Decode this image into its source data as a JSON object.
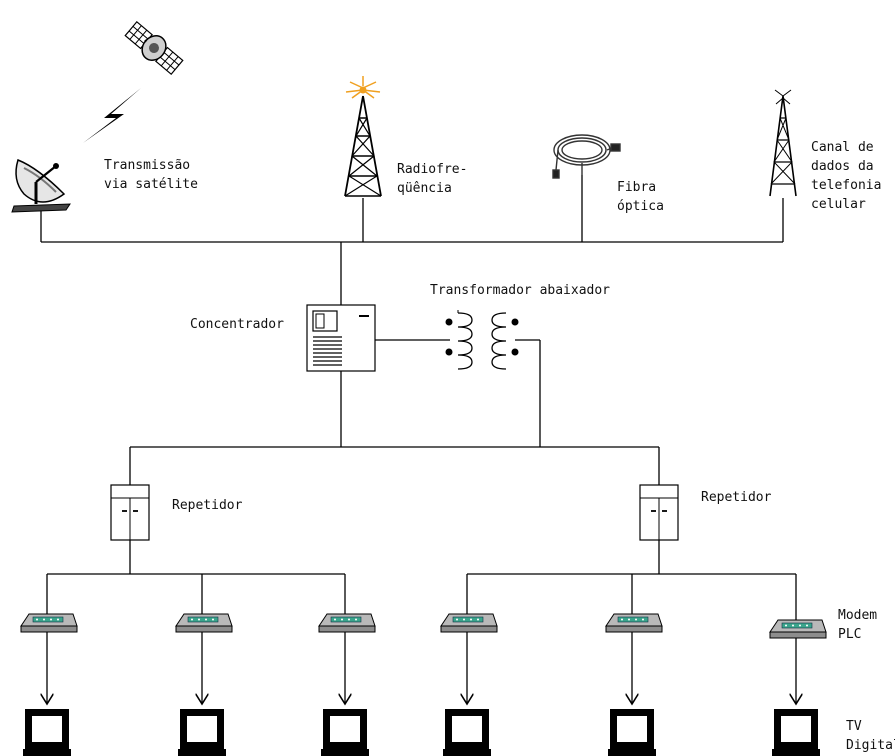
{
  "labels": {
    "satellite": [
      "Transmissão",
      "via satélite"
    ],
    "radio": [
      "Radiofre-",
      "qüência"
    ],
    "fiber": [
      "Fibra",
      "óptica"
    ],
    "cellular": [
      "Canal de",
      "dados da",
      "telefonia",
      "celular"
    ],
    "concentrator": "Concentrador",
    "transformer": "Transformador abaixador",
    "repeater_left": "Repetidor",
    "repeater_right": "Repetidor",
    "modem": [
      "Modem",
      "PLC"
    ],
    "tv": [
      "TV",
      "Digital"
    ]
  },
  "icons": [
    "satellite-icon",
    "lightning-icon",
    "satellite-dish-icon",
    "radio-tower-icon",
    "fiber-cable-icon",
    "cell-tower-icon",
    "concentrator-icon",
    "transformer-icon",
    "repeater-icon",
    "plc-modem-icon",
    "tv-icon"
  ],
  "colors": {
    "line": "#000000",
    "modem_body": "#b9b9b9",
    "modem_strip": "#3aa58c",
    "signal": "#f0a020"
  }
}
